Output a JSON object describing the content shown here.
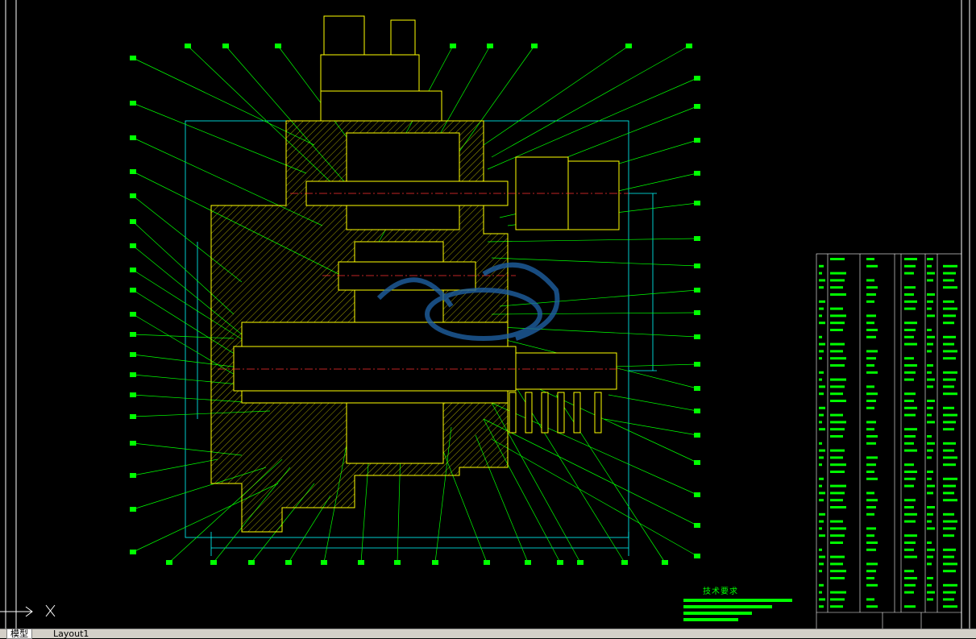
{
  "drawing": {
    "notes_title": "技术要求",
    "colors": {
      "background": "#000000",
      "outline": "#ffff00",
      "leader": "#00ff00",
      "frame": "#00ffff",
      "watermark": "#1f5fa0",
      "border": "#ffffff",
      "hatch": "#c8c800"
    }
  },
  "watermark": {
    "icon": "watermark-logo"
  },
  "tabs": {
    "model": "模型",
    "layout1": "Layout1"
  }
}
